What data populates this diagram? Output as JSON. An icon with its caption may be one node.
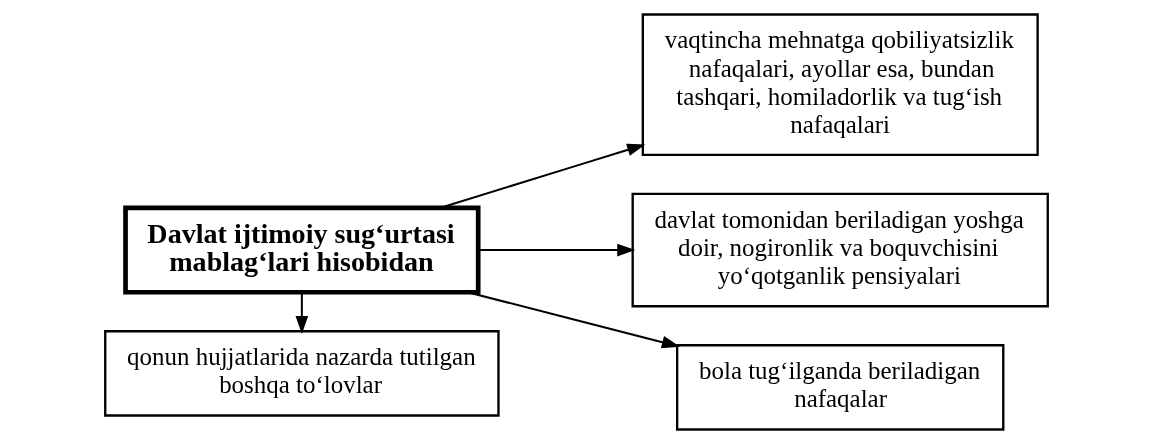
{
  "diagram": {
    "nodes": [
      {
        "text": [
          "Davlat ijtimoiy sug‘urtasi mablag‘lari hisobidan"
        ]
      },
      {
        "text": [
          "vaqtincha mehnatga qobiliyatsizlik nafaqalari, ayollar esa, bundan tashqari, homiladorlik va tug‘ish nafaqalari"
        ]
      },
      {
        "text": [
          "davlat tomonidan beriladigan yoshga doir, nogironlik va boquvchisini yo‘qotganlik pensiyalari"
        ]
      },
      {
        "text": [
          "bola tug‘ilganda beriladigan nafaqalar"
        ]
      },
      {
        "text": [
          "qonun hujjatlarida nazarda tutilgan boshqa to‘lovlar"
        ]
      }
    ],
    "edges": [
      {
        "from": 0,
        "to": 1,
        "arrow": "to"
      },
      {
        "from": 0,
        "to": 2,
        "arrow": "to"
      },
      {
        "from": 0,
        "to": 3,
        "arrow": "to"
      },
      {
        "from": 0,
        "to": 4,
        "arrow": "to"
      }
    ]
  }
}
